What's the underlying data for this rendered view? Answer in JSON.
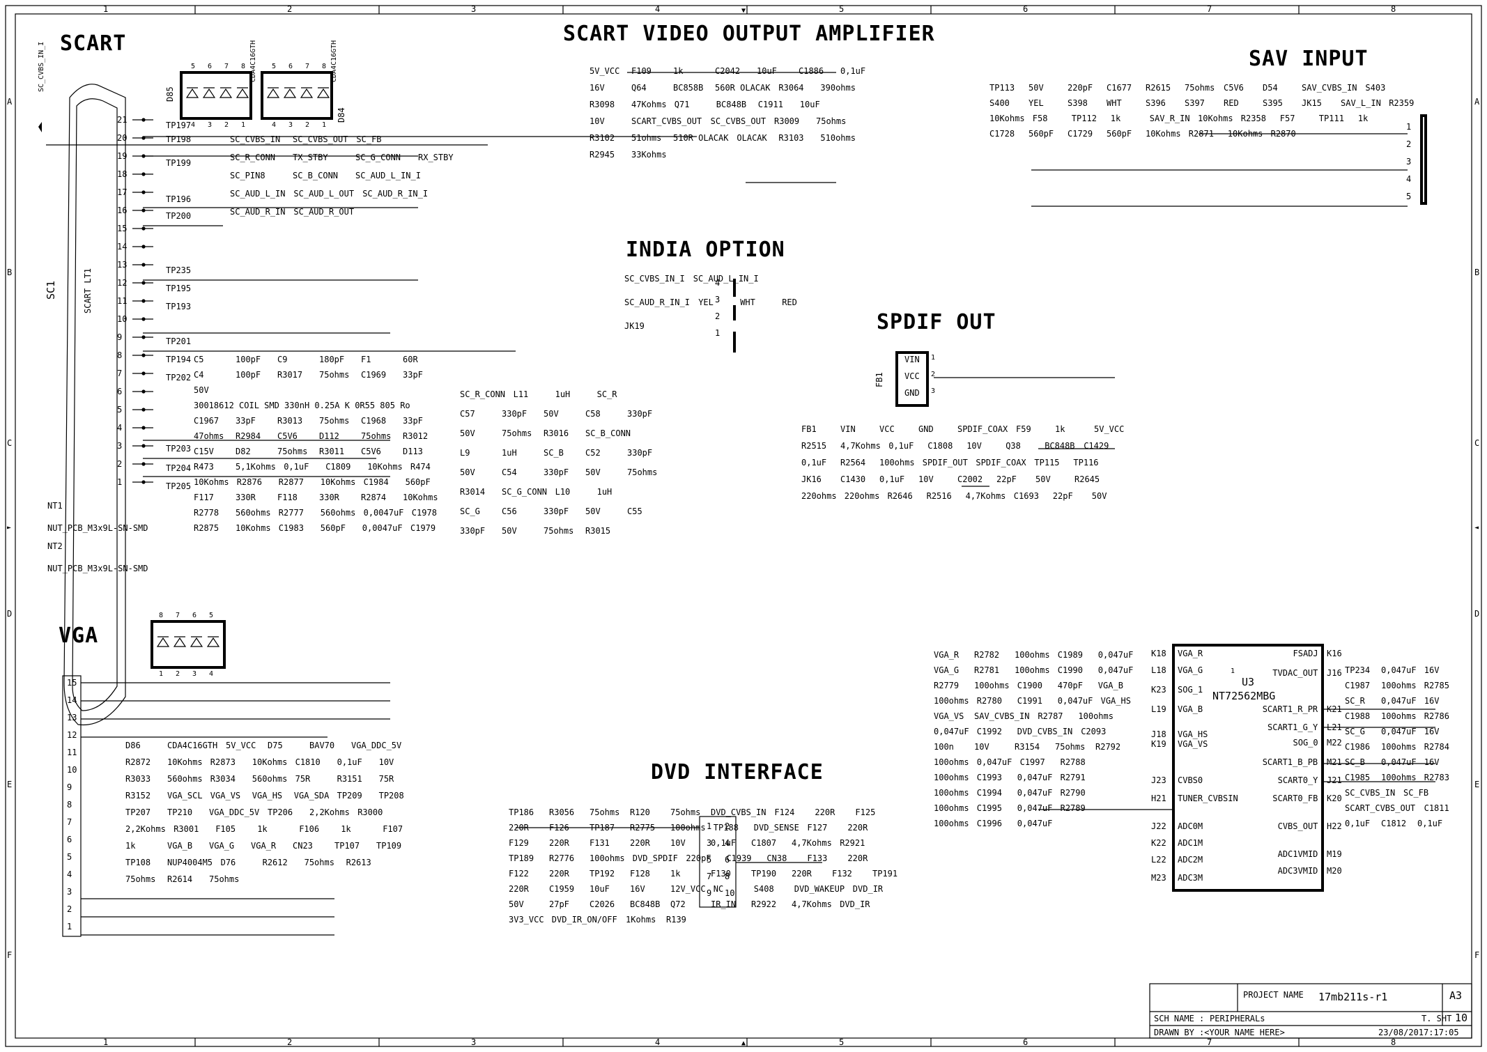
{
  "frame": {
    "top_cols": [
      "1",
      "2",
      "3",
      "4",
      "5",
      "6",
      "7",
      "8"
    ],
    "side_rows": [
      "A",
      "B",
      "C",
      "D",
      "E",
      "F"
    ]
  },
  "sections": {
    "scart": "SCART",
    "scart_video": "SCART VIDEO OUTPUT AMPLIFIER",
    "sav_input": "SAV INPUT",
    "india": "INDIA OPTION",
    "spdif": "SPDIF OUT",
    "vga": "VGA",
    "dvd": "DVD INTERFACE"
  },
  "scart_block": {
    "ref": "SC1",
    "name": "SCART LT1",
    "net_in": "SC_CVBS_IN_I",
    "pins": [
      "21",
      "20",
      "19",
      "18",
      "17",
      "16",
      "15",
      "14",
      "13",
      "12",
      "11",
      "10",
      "9",
      "8",
      "7",
      "6",
      "5",
      "4",
      "3",
      "2",
      "1"
    ],
    "tps": [
      "TP197",
      "TP198",
      "TP199",
      "TP196",
      "TP200",
      "TP235",
      "TP195",
      "TP193",
      "TP201",
      "TP194",
      "TP202",
      "TP203",
      "TP204",
      "TP205"
    ],
    "d85": "D85",
    "d84": "D84",
    "cda": "CDA4C16GTH",
    "diode_pins": [
      "5",
      "6",
      "7",
      "8",
      "4",
      "3",
      "2",
      "1"
    ],
    "nets": [
      "SC_CVBS_IN",
      "SC_CVBS_OUT",
      "SC_FB",
      "SC_R_CONN",
      "TX_STBY",
      "SC_G_CONN",
      "RX_STBY",
      "SC_PIN8",
      "SC_B_CONN",
      "SC_AUD_L_IN_I",
      "SC_AUD_L_IN",
      "SC_AUD_L_OUT",
      "SC_AUD_R_IN_I",
      "SC_AUD_R_IN",
      "SC_AUD_R_OUT"
    ],
    "parts": [
      "C5",
      "100pF",
      "C9",
      "180pF",
      "F1",
      "60R",
      "C4",
      "100pF",
      "R3017",
      "75ohms",
      "C1969",
      "33pF",
      "50V",
      "30018612  COIL SMD 330nH 0.25A K 0R55 805 Ro",
      "C1967",
      "33pF",
      "R3013",
      "75ohms",
      "C1968",
      "33pF",
      "47ohms",
      "R2984",
      "C5V6",
      "D112",
      "75ohms",
      "R3012",
      "C15V",
      "D82",
      "75ohms",
      "R3011",
      "C5V6",
      "D113",
      "R473",
      "5,1Kohms",
      "0,1uF",
      "C1809",
      "10Kohms",
      "R474",
      "10Kohms",
      "R2876",
      "R2877",
      "10Kohms",
      "C1984",
      "560pF",
      "F117",
      "330R",
      "F118",
      "330R",
      "R2874",
      "10Kohms",
      "R2778",
      "560ohms",
      "R2777",
      "560ohms",
      "0,0047uF",
      "C1978",
      "R2875",
      "10Kohms",
      "C1983",
      "560pF",
      "0,0047uF",
      "C1979"
    ],
    "nt1": "NT1",
    "nt2": "NT2",
    "nut": "NUT_PCB_M3x9L-SN-SMD"
  },
  "amp_block": {
    "parts": [
      "5V_VCC",
      "F109",
      "1k",
      "C2042",
      "10uF",
      "C1886",
      "0,1uF",
      "16V",
      "Q64",
      "BC858B",
      "560R OLACAK",
      "R3064",
      "390ohms",
      "R3098",
      "47Kohms",
      "Q71",
      "BC848B",
      "C1911",
      "10uF",
      "10V",
      "SCART_CVBS_OUT",
      "SC_CVBS_OUT",
      "R3009",
      "75ohms",
      "R3102",
      "51ohms",
      "510R OLACAK",
      "OLACAK",
      "R3103",
      "510ohms",
      "R2945",
      "33Kohms"
    ]
  },
  "sav_block": {
    "parts": [
      "TP113",
      "50V",
      "220pF",
      "C1677",
      "R2615",
      "75ohms",
      "C5V6",
      "D54",
      "SAV_CVBS_IN",
      "S403",
      "S400",
      "YEL",
      "S398",
      "WHT",
      "S396",
      "S397",
      "RED",
      "S395",
      "JK15",
      "SAV_L_IN",
      "R2359",
      "10Kohms",
      "F58",
      "TP112",
      "1k",
      "SAV_R_IN",
      "10Kohms",
      "R2358",
      "F57",
      "TP111",
      "1k",
      "C1728",
      "560pF",
      "C1729",
      "560pF",
      "10Kohms",
      "R2871",
      "10Kohms",
      "R2870"
    ],
    "jack_pins": [
      "1",
      "2",
      "3",
      "4",
      "5"
    ]
  },
  "india_block": {
    "parts": [
      "SC_CVBS_IN_I",
      "SC_AUD_L_IN_I",
      "SC_AUD_R_IN_I",
      "YEL",
      "WHT",
      "RED",
      "JK19"
    ],
    "pins": [
      "4",
      "3",
      "2",
      "1"
    ]
  },
  "filters": {
    "parts": [
      "SC_R_CONN",
      "L11",
      "1uH",
      "SC_R",
      "C57",
      "330pF",
      "50V",
      "C58",
      "330pF",
      "50V",
      "75ohms",
      "R3016",
      "SC_B_CONN",
      "L9",
      "1uH",
      "SC_B",
      "C52",
      "330pF",
      "50V",
      "C54",
      "330pF",
      "50V",
      "75ohms",
      "R3014",
      "SC_G_CONN",
      "L10",
      "1uH",
      "SC_G",
      "C56",
      "330pF",
      "50V",
      "C55",
      "330pF",
      "50V",
      "75ohms",
      "R3015"
    ]
  },
  "spdif_block": {
    "parts": [
      "FB1",
      "VIN",
      "VCC",
      "GND",
      "SPDIF_COAX",
      "F59",
      "1k",
      "5V_VCC",
      "R2515",
      "4,7Kohms",
      "0,1uF",
      "C1808",
      "10V",
      "Q38",
      "BC848B",
      "C1429",
      "0,1uF",
      "R2564",
      "100ohms",
      "SPDIF_OUT",
      "SPDIF_COAX",
      "TP115",
      "TP116",
      "JK16",
      "C1430",
      "0,1uF",
      "10V",
      "C2002",
      "22pF",
      "50V",
      "R2645",
      "220ohms",
      "220ohms",
      "R2646",
      "R2516",
      "4,7Kohms",
      "C1693",
      "22pF",
      "50V"
    ],
    "pins": [
      "1",
      "2",
      "3"
    ]
  },
  "vga_block": {
    "parts": [
      "D86",
      "CDA4C16GTH",
      "5V_VCC",
      "D75",
      "BAV70",
      "VGA_DDC_5V",
      "R2872",
      "10Kohms",
      "R2873",
      "10Kohms",
      "C1810",
      "0,1uF",
      "10V",
      "R3033",
      "560ohms",
      "R3034",
      "560ohms",
      "75R",
      "R3151",
      "75R",
      "R3152",
      "VGA_SCL",
      "VGA_VS",
      "VGA_HS",
      "VGA_SDA",
      "TP209",
      "TP208",
      "TP207",
      "TP210",
      "VGA_DDC_5V",
      "TP206",
      "2,2Kohms",
      "R3000",
      "2,2Kohms",
      "R3001",
      "F105",
      "1k",
      "F106",
      "1k",
      "F107",
      "1k",
      "VGA_B",
      "VGA_G",
      "VGA_R",
      "CN23",
      "TP107",
      "TP109",
      "TP108",
      "NUP4004M5",
      "D76",
      "R2612",
      "75ohms",
      "R2613",
      "75ohms",
      "R2614",
      "75ohms"
    ],
    "pins": [
      "15",
      "14",
      "13",
      "12",
      "11",
      "10",
      "9",
      "8",
      "7",
      "6",
      "5",
      "4",
      "3",
      "2",
      "1"
    ],
    "diode_pins": [
      "8",
      "7",
      "6",
      "5",
      "1",
      "2",
      "3",
      "4"
    ]
  },
  "dvd_block": {
    "parts": [
      "TP186",
      "R3056",
      "75ohms",
      "R120",
      "75ohms",
      "DVD_CVBS_IN",
      "F124",
      "220R",
      "F125",
      "220R",
      "F126",
      "TP187",
      "R2775",
      "100ohms",
      "TP188",
      "DVD_SENSE",
      "F127",
      "220R",
      "F129",
      "220R",
      "F131",
      "220R",
      "10V",
      "0,1uF",
      "C1807",
      "4,7Kohms",
      "R2921",
      "TP189",
      "R2776",
      "100ohms",
      "DVD_SPDIF",
      "220pF",
      "C1939",
      "CN38",
      "F133",
      "220R",
      "F122",
      "220R",
      "TP192",
      "F128",
      "1k",
      "F130",
      "TP190",
      "220R",
      "F132",
      "TP191",
      "220R",
      "C1959",
      "10uF",
      "16V",
      "12V_VCC",
      "NC",
      "S408",
      "DVD_WAKEUP",
      "DVD_IR",
      "50V",
      "27pF",
      "C2026",
      "BC848B",
      "Q72",
      "IR_IN",
      "R2922",
      "4,7Kohms",
      "DVD_IR",
      "3V3_VCC",
      "DVD_IR_ON/OFF",
      "1Kohms",
      "R139"
    ],
    "cn_pins": [
      "1",
      "2",
      "3",
      "4",
      "5",
      "6",
      "7",
      "8",
      "9",
      "10"
    ]
  },
  "u3_block": {
    "ref": "U3",
    "name": "NT72562MBG",
    "left_pins": [
      "VGA_R",
      "VGA_G",
      "SOG_1",
      "VGA_B",
      "VGA_HS",
      "VGA_VS",
      "CVBS0",
      "TUNER_CVBSIN",
      "ADC0M",
      "ADC1M",
      "ADC2M",
      "ADC3M"
    ],
    "right_pins": [
      "FSADJ",
      "TVDAC_OUT",
      "SCART1_R_PR",
      "SCART1_G_Y",
      "SOG_0",
      "SCART1_B_PB",
      "SCART0_Y",
      "SCART0_FB",
      "CVBS_OUT",
      "ADC1VMID",
      "ADC3VMID"
    ],
    "left_balls": [
      "K18",
      "L18",
      "K23",
      "L19",
      "J18",
      "K19",
      "J23",
      "H21",
      "J22",
      "K22",
      "L22",
      "M23"
    ],
    "right_balls": [
      "K16",
      "J16",
      "K21",
      "L21",
      "M22",
      "M21",
      "J21",
      "K20",
      "H22",
      "M19",
      "M20"
    ],
    "left_parts": [
      "VGA_R",
      "R2782",
      "100ohms",
      "C1989",
      "0,047uF",
      "VGA_G",
      "R2781",
      "100ohms",
      "C1990",
      "0,047uF",
      "R2779",
      "100ohms",
      "C1900",
      "470pF",
      "VGA_B",
      "100ohms",
      "R2780",
      "C1991",
      "0,047uF",
      "VGA_HS",
      "VGA_VS",
      "SAV_CVBS_IN",
      "R2787",
      "100ohms",
      "0,047uF",
      "C1992",
      "DVD_CVBS_IN",
      "C2093",
      "100n",
      "10V",
      "R3154",
      "75ohms",
      "R2792",
      "100ohms",
      "0,047uF",
      "C1997",
      "R2788",
      "100ohms",
      "C1993",
      "0,047uF",
      "R2791",
      "100ohms",
      "C1994",
      "0,047uF",
      "R2790",
      "100ohms",
      "C1995",
      "0,047uF",
      "R2789",
      "100ohms",
      "C1996",
      "0,047uF"
    ],
    "right_parts": [
      "TP234",
      "0,047uF",
      "16V",
      "C1987",
      "100ohms",
      "R2785",
      "SC_R",
      "0,047uF",
      "16V",
      "C1988",
      "100ohms",
      "R2786",
      "SC_G",
      "0,047uF",
      "16V",
      "C1986",
      "100ohms",
      "R2784",
      "SC_B",
      "0,047uF",
      "16V",
      "C1985",
      "100ohms",
      "R2783",
      "SC_CVBS_IN",
      "SC_FB",
      "SCART_CVBS_OUT",
      "C1811",
      "0,1uF",
      "C1812",
      "0,1uF"
    ],
    "pin1": "1"
  },
  "title_block": {
    "project_label": "PROJECT NAME",
    "project": "17mb211s-r1",
    "size": "A3",
    "sch_label": "SCH NAME :",
    "sch_name": "PERIPHERALs",
    "sht_label": "T. SHT",
    "sht": "10",
    "drawn": "DRAWN BY :<YOUR NAME HERE>",
    "date": "23/08/2017:17:05"
  }
}
